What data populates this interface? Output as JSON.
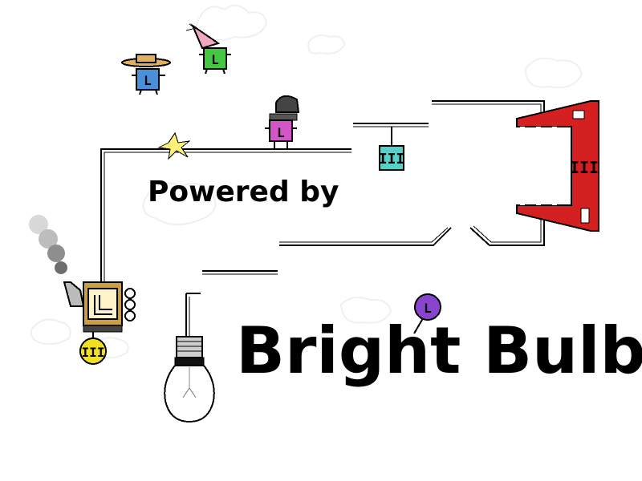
{
  "splash": {
    "powered_by": "Powered by",
    "brand": "Bright Bulb"
  },
  "characters": [
    {
      "name": "blue-l-bot",
      "hat": "straw-hat",
      "letter": "L"
    },
    {
      "name": "green-l-bot",
      "hat": "party-hat",
      "letter": "L"
    },
    {
      "name": "magenta-l-bot",
      "hat": "bent-pipe-hat",
      "letter": "L"
    }
  ],
  "badges": {
    "hanging_box": "III",
    "red_machine": "III",
    "engine_coin": "III",
    "purple_lollipop": "L"
  },
  "colors": {
    "background": "#ffffff",
    "wire": "#000000",
    "blue_bot": "#4a90d9",
    "green_bot": "#44c844",
    "magenta_bot": "#d455c8",
    "red_machine": "#d42020",
    "engine": "#c8a040",
    "coin": "#f0e020",
    "box": "#58d0c8",
    "lollipop": "#8844cc"
  }
}
